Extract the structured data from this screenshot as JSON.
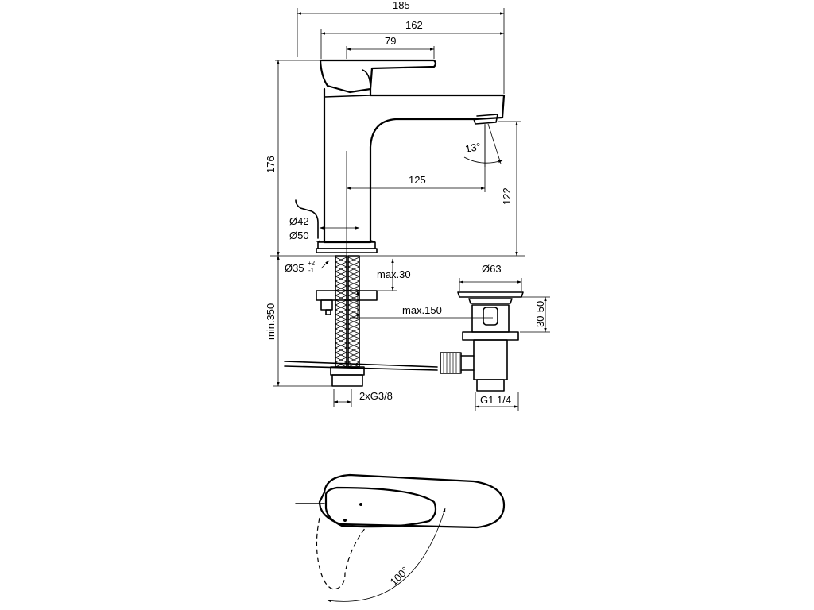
{
  "dimensions": {
    "overall_length": "185",
    "body_length": "162",
    "lever_length": "79",
    "height": "176",
    "spout_reach": "125",
    "spout_height": "122",
    "base_diameter_top": "Ø42",
    "base_diameter": "Ø50",
    "hole_diameter": "Ø35",
    "hole_tol_upper": "+2",
    "hole_tol_lower": "-1",
    "max_deck": "max.30",
    "max_rod": "max.150",
    "min_hose": "min.350",
    "connection": "2xG3/8",
    "waste_diameter": "Ø63",
    "waste_depth": "30-50",
    "waste_thread": "G1 1/4",
    "spray_angle": "13°",
    "lever_rotation": "100°"
  }
}
